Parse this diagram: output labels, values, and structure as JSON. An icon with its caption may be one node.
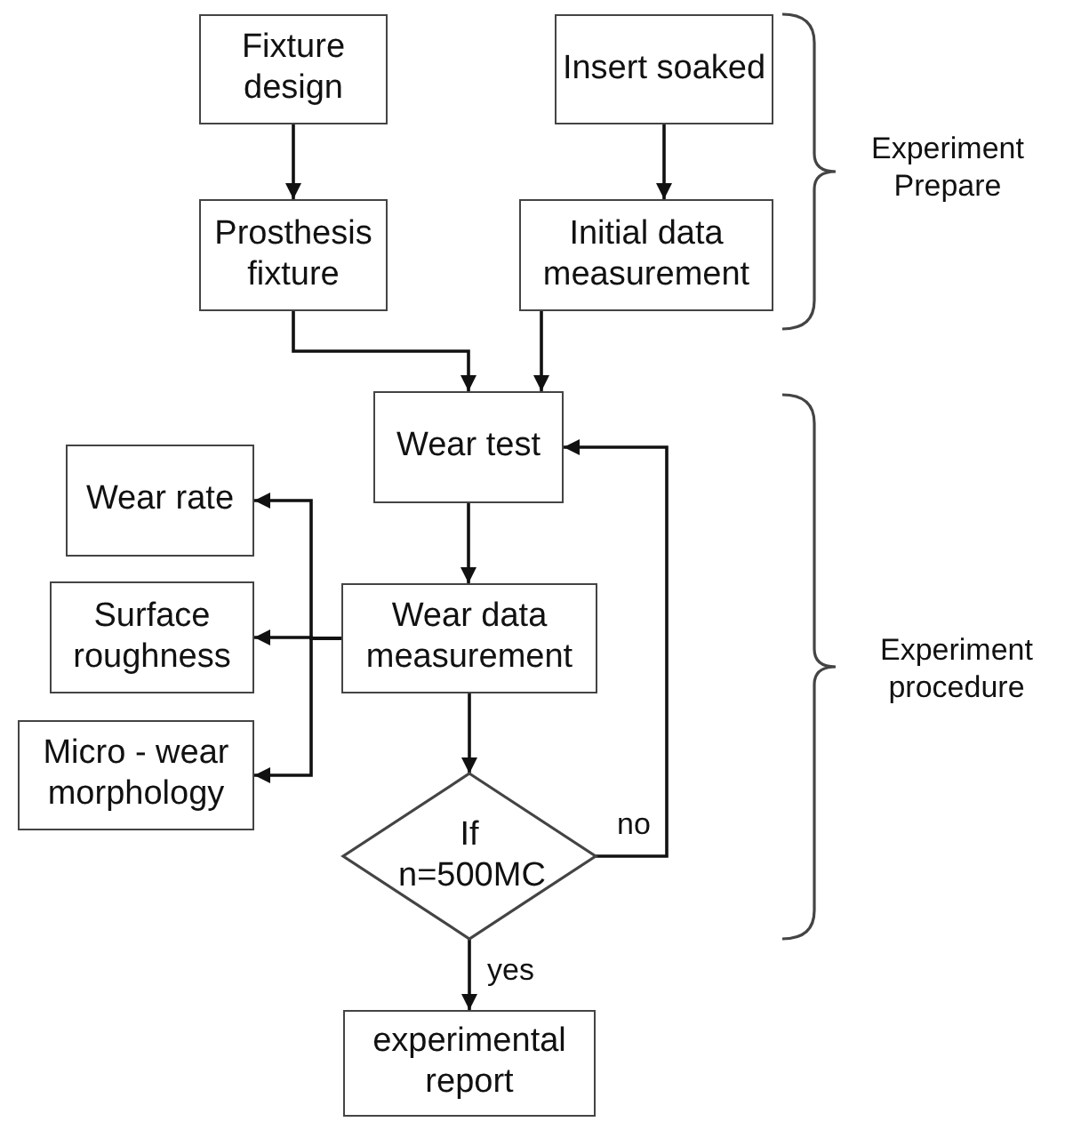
{
  "diagram": {
    "nodes": [
      {
        "text": [
          "Fixture design"
        ]
      },
      {
        "text": [
          "Insert soaked"
        ]
      },
      {
        "text": [
          "Prosthesis fixture"
        ]
      },
      {
        "text": [
          "Initial data measurement"
        ]
      },
      {
        "text": [
          "Wear test"
        ]
      },
      {
        "text": [
          "Wear rate"
        ]
      },
      {
        "text": [
          "Wear data measurement"
        ]
      },
      {
        "text": [
          "Surface roughness"
        ]
      },
      {
        "text": [
          "Micro - wear morphology"
        ]
      },
      {
        "text": [
          "If n=500MC"
        ]
      },
      {
        "text": [
          "experimental report"
        ]
      }
    ],
    "edges": [
      {
        "from": 0,
        "to": 2,
        "arrow": "to"
      },
      {
        "from": 1,
        "to": 3,
        "arrow": "to"
      },
      {
        "from": 2,
        "to": 4,
        "arrow": "to"
      },
      {
        "from": 3,
        "to": 4,
        "arrow": "to"
      },
      {
        "from": 4,
        "to": 6,
        "arrow": "to"
      },
      {
        "from": 6,
        "to": 5,
        "arrow": "to"
      },
      {
        "from": 6,
        "to": 7,
        "arrow": "to"
      },
      {
        "from": 6,
        "to": 8,
        "arrow": "to"
      },
      {
        "from": 6,
        "to": 9,
        "arrow": "to"
      },
      {
        "from": 9,
        "to": 4,
        "arrow": "to",
        "label": "no"
      },
      {
        "from": 9,
        "to": 10,
        "arrow": "to",
        "label": "yes"
      }
    ],
    "labels": [
      "Experiment Prepare",
      "Experiment procedure"
    ]
  }
}
